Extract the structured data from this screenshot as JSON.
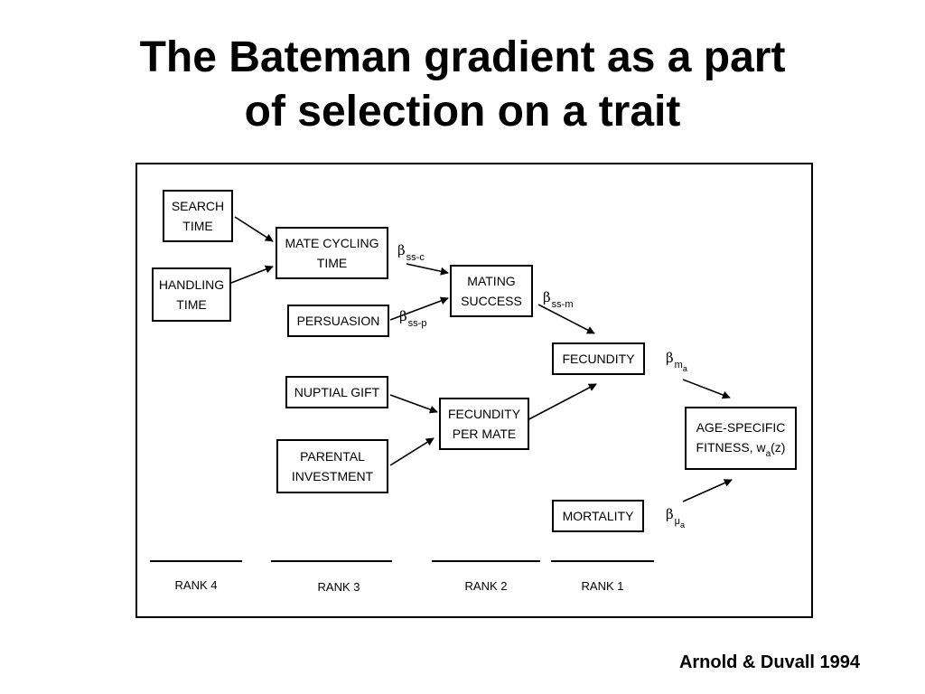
{
  "slide": {
    "title_line1": "The Bateman gradient as a part",
    "title_line2": "of selection on a trait",
    "citation": "Arnold & Duvall 1994"
  },
  "nodes": {
    "search_time": {
      "line1": "SEARCH",
      "line2": "TIME"
    },
    "handling_time": {
      "line1": "HANDLING",
      "line2": "TIME"
    },
    "mate_cycling_time": {
      "line1": "MATE CYCLING",
      "line2": "TIME"
    },
    "persuasion": {
      "line1": "PERSUASION"
    },
    "mating_success": {
      "line1": "MATING",
      "line2": "SUCCESS"
    },
    "nuptial_gift": {
      "line1": "NUPTIAL GIFT"
    },
    "parental_investment": {
      "line1": "PARENTAL",
      "line2": "INVESTMENT"
    },
    "fecundity_per_mate": {
      "line1": "FECUNDITY",
      "line2": "PER MATE"
    },
    "fecundity": {
      "line1": "FECUNDITY"
    },
    "mortality": {
      "line1": "MORTALITY"
    },
    "age_specific_fitness": {
      "line1": "AGE-SPECIFIC",
      "line2_prefix": "FITNESS, w",
      "line2_sub": "a",
      "line2_suffix": "(z)"
    }
  },
  "gradients": {
    "ss_c": {
      "symbol": "β",
      "sub": "ss-c"
    },
    "ss_p": {
      "symbol": "β",
      "sub": "ss-p"
    },
    "ss_m": {
      "symbol": "β",
      "sub": "ss-m"
    },
    "m_a": {
      "symbol": "β",
      "sub": "m",
      "subsub": "a"
    },
    "mu_a": {
      "symbol": "β",
      "sub": "μ",
      "subsub": "a"
    }
  },
  "ranks": {
    "rank4": "RANK 4",
    "rank3": "RANK 3",
    "rank2": "RANK 2",
    "rank1": "RANK 1"
  }
}
